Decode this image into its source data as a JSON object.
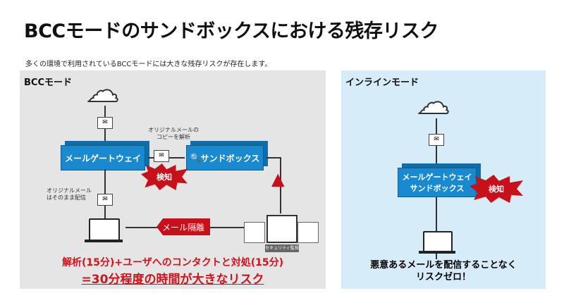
{
  "title": "BCCモードのサンドボックスにおける残存リスク",
  "subtitle": "多くの環境で利用されているBCCモードには大きな残存リスクが存在します。",
  "bcc": {
    "title": "BCCモード",
    "gateway": "メールゲートウェイ",
    "sandbox": "サンドボックス",
    "copy_note": "オリジナルメールの\nコピーを解析",
    "detect": "検知",
    "original_note": "オリジナルメール\nはそのまま配信",
    "quarantine": "メール隔離",
    "soc": "セキュリティ監視",
    "risk_line1": "解析(15分)+ユーザへのコンタクトと対処(15分)",
    "risk_line2": "=30分程度の時間が大きなリスク"
  },
  "inline": {
    "title": "インラインモード",
    "box_line1": "メールゲートウェイ",
    "box_line2": "サンドボックス",
    "detect": "検知",
    "result": "悪意あるメールを配信することなく\nリスクゼロ！"
  }
}
